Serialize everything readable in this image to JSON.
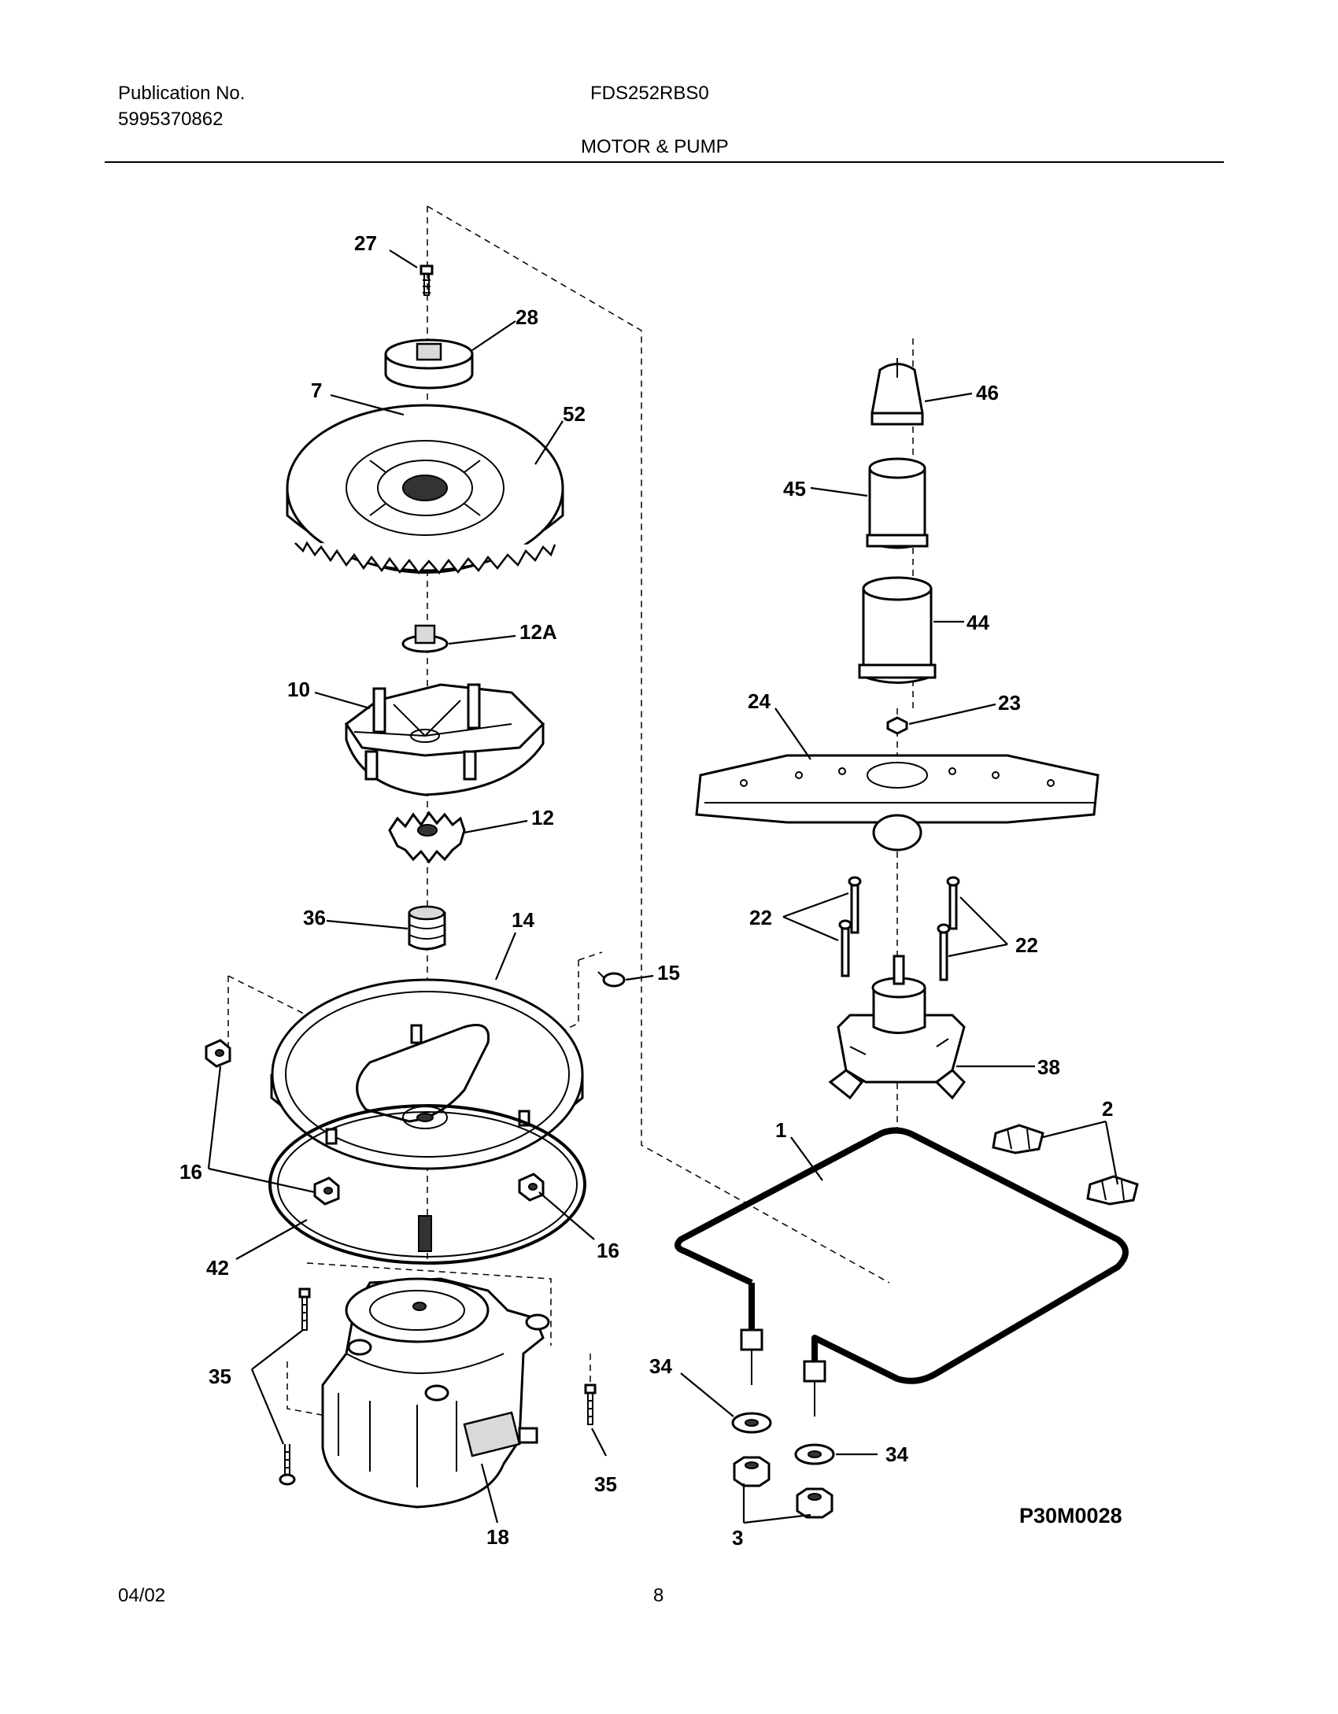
{
  "header": {
    "publication_label": "Publication No.",
    "publication_number": "5995370862",
    "model": "FDS252RBS0",
    "section_title": "MOTOR & PUMP"
  },
  "footer": {
    "date": "04/02",
    "page_number": "8"
  },
  "diagram": {
    "code": "P30M0028",
    "callouts": {
      "c27": "27",
      "c28": "28",
      "c7": "7",
      "c52": "52",
      "c12a": "12A",
      "c10": "10",
      "c12": "12",
      "c36": "36",
      "c14": "14",
      "c15": "15",
      "c16a": "16",
      "c16b": "16",
      "c42": "42",
      "c35a": "35",
      "c35b": "35",
      "c18": "18",
      "c46": "46",
      "c45": "45",
      "c44": "44",
      "c24": "24",
      "c23": "23",
      "c22a": "22",
      "c22b": "22",
      "c38": "38",
      "c1": "1",
      "c2": "2",
      "c34a": "34",
      "c34b": "34",
      "c3": "3"
    }
  }
}
